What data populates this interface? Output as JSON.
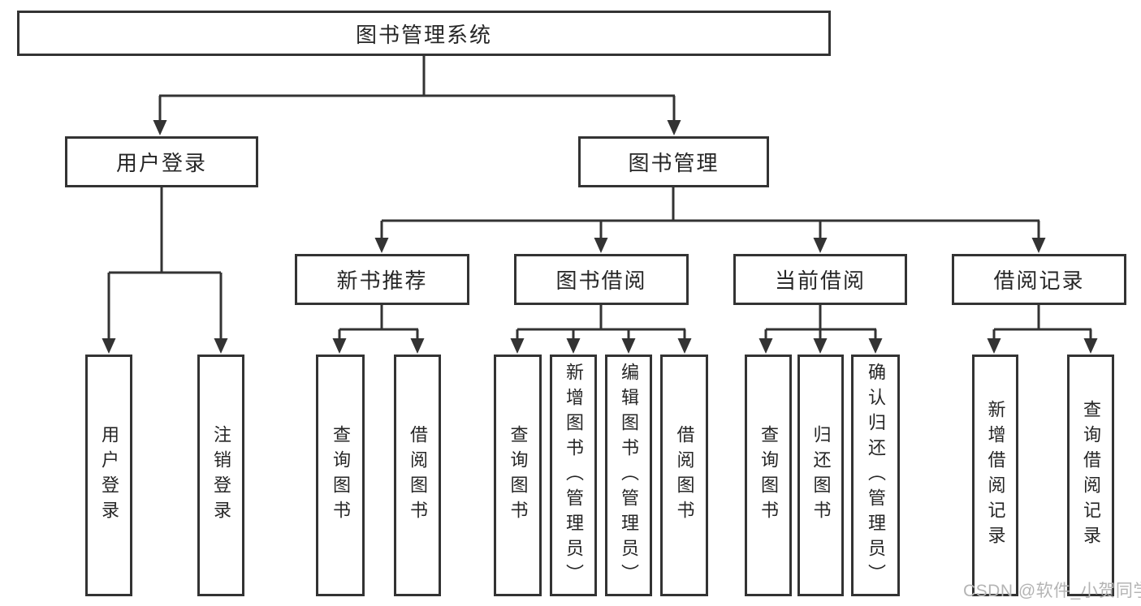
{
  "diagram": {
    "root": {
      "label": "图书管理系统"
    },
    "user_branch": {
      "label": "用户登录",
      "children": [
        {
          "label": "用户登录"
        },
        {
          "label": "注销登录"
        }
      ]
    },
    "book_branch": {
      "label": "图书管理",
      "groups": [
        {
          "label": "新书推荐",
          "children": [
            {
              "label": "查询图书"
            },
            {
              "label": "借阅图书"
            }
          ]
        },
        {
          "label": "图书借阅",
          "children": [
            {
              "label": "查询图书"
            },
            {
              "label": "新增图书（管理员）"
            },
            {
              "label": "编辑图书（管理员）"
            },
            {
              "label": "借阅图书"
            }
          ]
        },
        {
          "label": "当前借阅",
          "children": [
            {
              "label": "查询图书"
            },
            {
              "label": "归还图书"
            },
            {
              "label": "确认归还（管理员）"
            }
          ]
        },
        {
          "label": "借阅记录",
          "children": [
            {
              "label": "新增借阅记录"
            },
            {
              "label": "查询借阅记录"
            }
          ]
        }
      ]
    }
  },
  "watermark": "CSDN @软件_小贺同学",
  "colors": {
    "line": "#333333",
    "text": "#262626",
    "watermark": "#b4b4b4",
    "background": "#ffffff"
  }
}
